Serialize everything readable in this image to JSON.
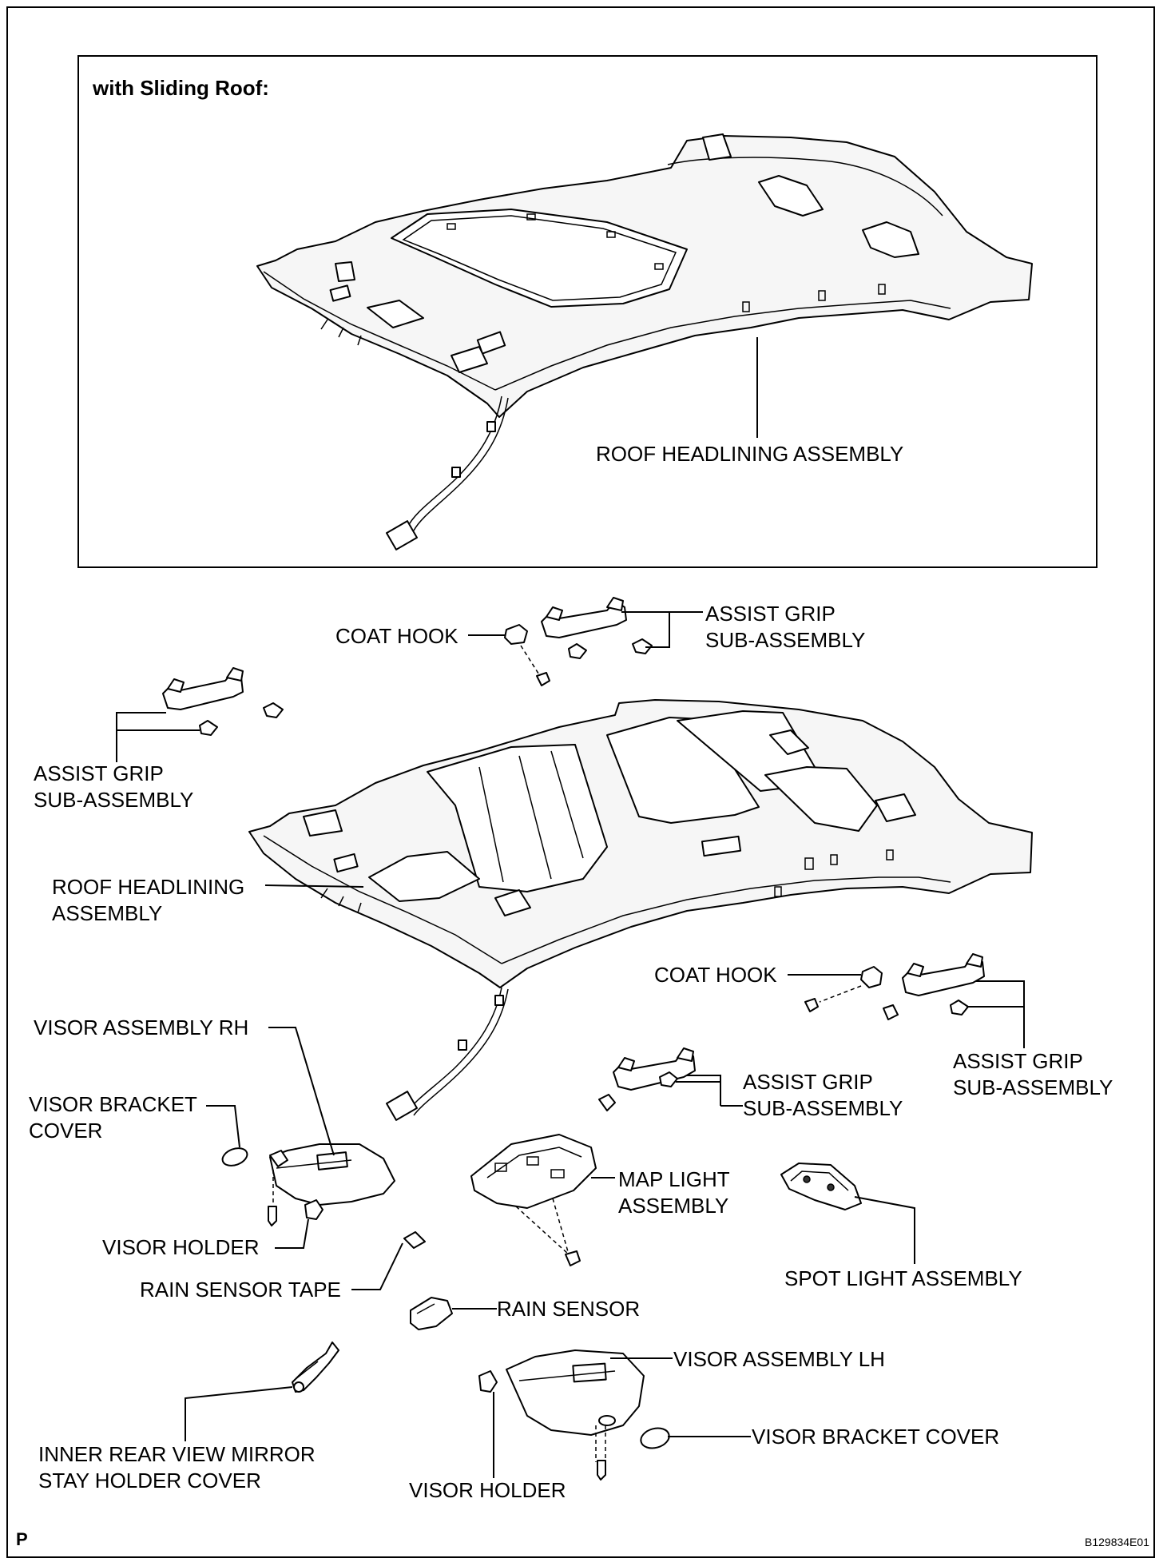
{
  "inset": {
    "title": "with Sliding Roof:",
    "label_headlining": "ROOF HEADLINING ASSEMBLY"
  },
  "labels": {
    "coat_hook_top": "COAT HOOK",
    "assist_grip_top": [
      "ASSIST GRIP",
      "SUB-ASSEMBLY"
    ],
    "assist_grip_left": [
      "ASSIST GRIP",
      "SUB-ASSEMBLY"
    ],
    "roof_headlining": [
      "ROOF HEADLINING",
      "ASSEMBLY"
    ],
    "coat_hook_right": "COAT HOOK",
    "assist_grip_mid": [
      "ASSIST GRIP",
      "SUB-ASSEMBLY"
    ],
    "assist_grip_right": [
      "ASSIST GRIP",
      "SUB-ASSEMBLY"
    ],
    "visor_rh": "VISOR ASSEMBLY RH",
    "visor_bracket_cover_left": [
      "VISOR BRACKET",
      "COVER"
    ],
    "visor_holder_left": "VISOR HOLDER",
    "map_light": [
      "MAP LIGHT",
      "ASSEMBLY"
    ],
    "spot_light": "SPOT LIGHT ASSEMBLY",
    "rain_sensor_tape": "RAIN SENSOR TAPE",
    "rain_sensor": "RAIN SENSOR",
    "visor_lh": "VISOR ASSEMBLY LH",
    "visor_bracket_cover_right": "VISOR BRACKET COVER",
    "mirror_cover": [
      "INNER REAR VIEW MIRROR",
      "STAY HOLDER COVER"
    ],
    "visor_holder_bottom": "VISOR HOLDER"
  },
  "footer": {
    "page_code": "P",
    "figure_id": "B129834E01"
  }
}
